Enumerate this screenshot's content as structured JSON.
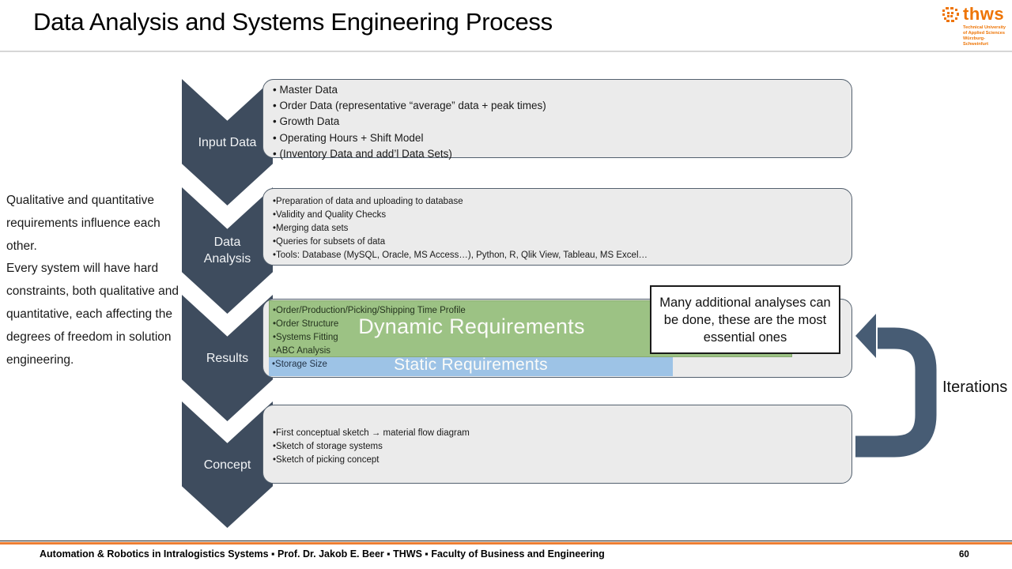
{
  "slide": {
    "title": "Data Analysis and Systems Engineering Process"
  },
  "logo": {
    "wordmark": "thws",
    "subtitle_lines": [
      "Technical University",
      "of Applied Sciences",
      "Würzburg-Schweinfurt"
    ]
  },
  "side_note": {
    "para1": "Qualitative and quantitative requirements influence each other.",
    "para2": "Every system will have hard constraints, both qualitative and quantitative, each affecting the degrees of freedom in solution engineering."
  },
  "steps": [
    {
      "label": "Input Data",
      "bullets": [
        "• Master Data",
        "• Order Data (representative “average” data + peak times)",
        "• Growth Data",
        "• Operating Hours + Shift Model",
        "• (Inventory Data and add’l Data Sets)"
      ]
    },
    {
      "label": "Data Analysis",
      "bullets": [
        "•Preparation of data and uploading to database",
        "•Validity and Quality Checks",
        "•Merging data sets",
        "•Queries for subsets of data",
        "•Tools: Database (MySQL, Oracle, MS Access…), Python, R, Qlik View, Tableau, MS Excel…"
      ]
    },
    {
      "label": "Results",
      "green_bullets": [
        "•Order/Production/Picking/Shipping Time Profile",
        "•Order Structure",
        "•Systems Fitting",
        "•ABC Analysis"
      ],
      "blue_bullets": [
        "•Storage Size"
      ],
      "dynamic_label": "Dynamic Requirements",
      "static_label": "Static Requirements"
    },
    {
      "label": "Concept",
      "bullets": [
        "•First conceptual sketch → material flow diagram",
        "•Sketch of storage systems",
        "•Sketch of picking concept"
      ]
    }
  ],
  "callout": {
    "text": "Many additional analyses can be done, these are the most essential ones"
  },
  "iterations": {
    "label": "Iterations"
  },
  "footer": {
    "text": "Automation & Robotics in Intralogistics Systems ▪ Prof. Dr. Jakob E. Beer ▪ THWS ▪ Faculty of Business and Engineering",
    "page_number": "60"
  },
  "colors": {
    "chevron": "#3e4c5e",
    "arrow": "#475c74",
    "panel_fill": "#ebebeb",
    "panel_border": "#53606e",
    "green": "#9cc284",
    "blue": "#9dc3e6",
    "accent_orange": "#ed7d31",
    "logo_orange": "#ee7404"
  }
}
